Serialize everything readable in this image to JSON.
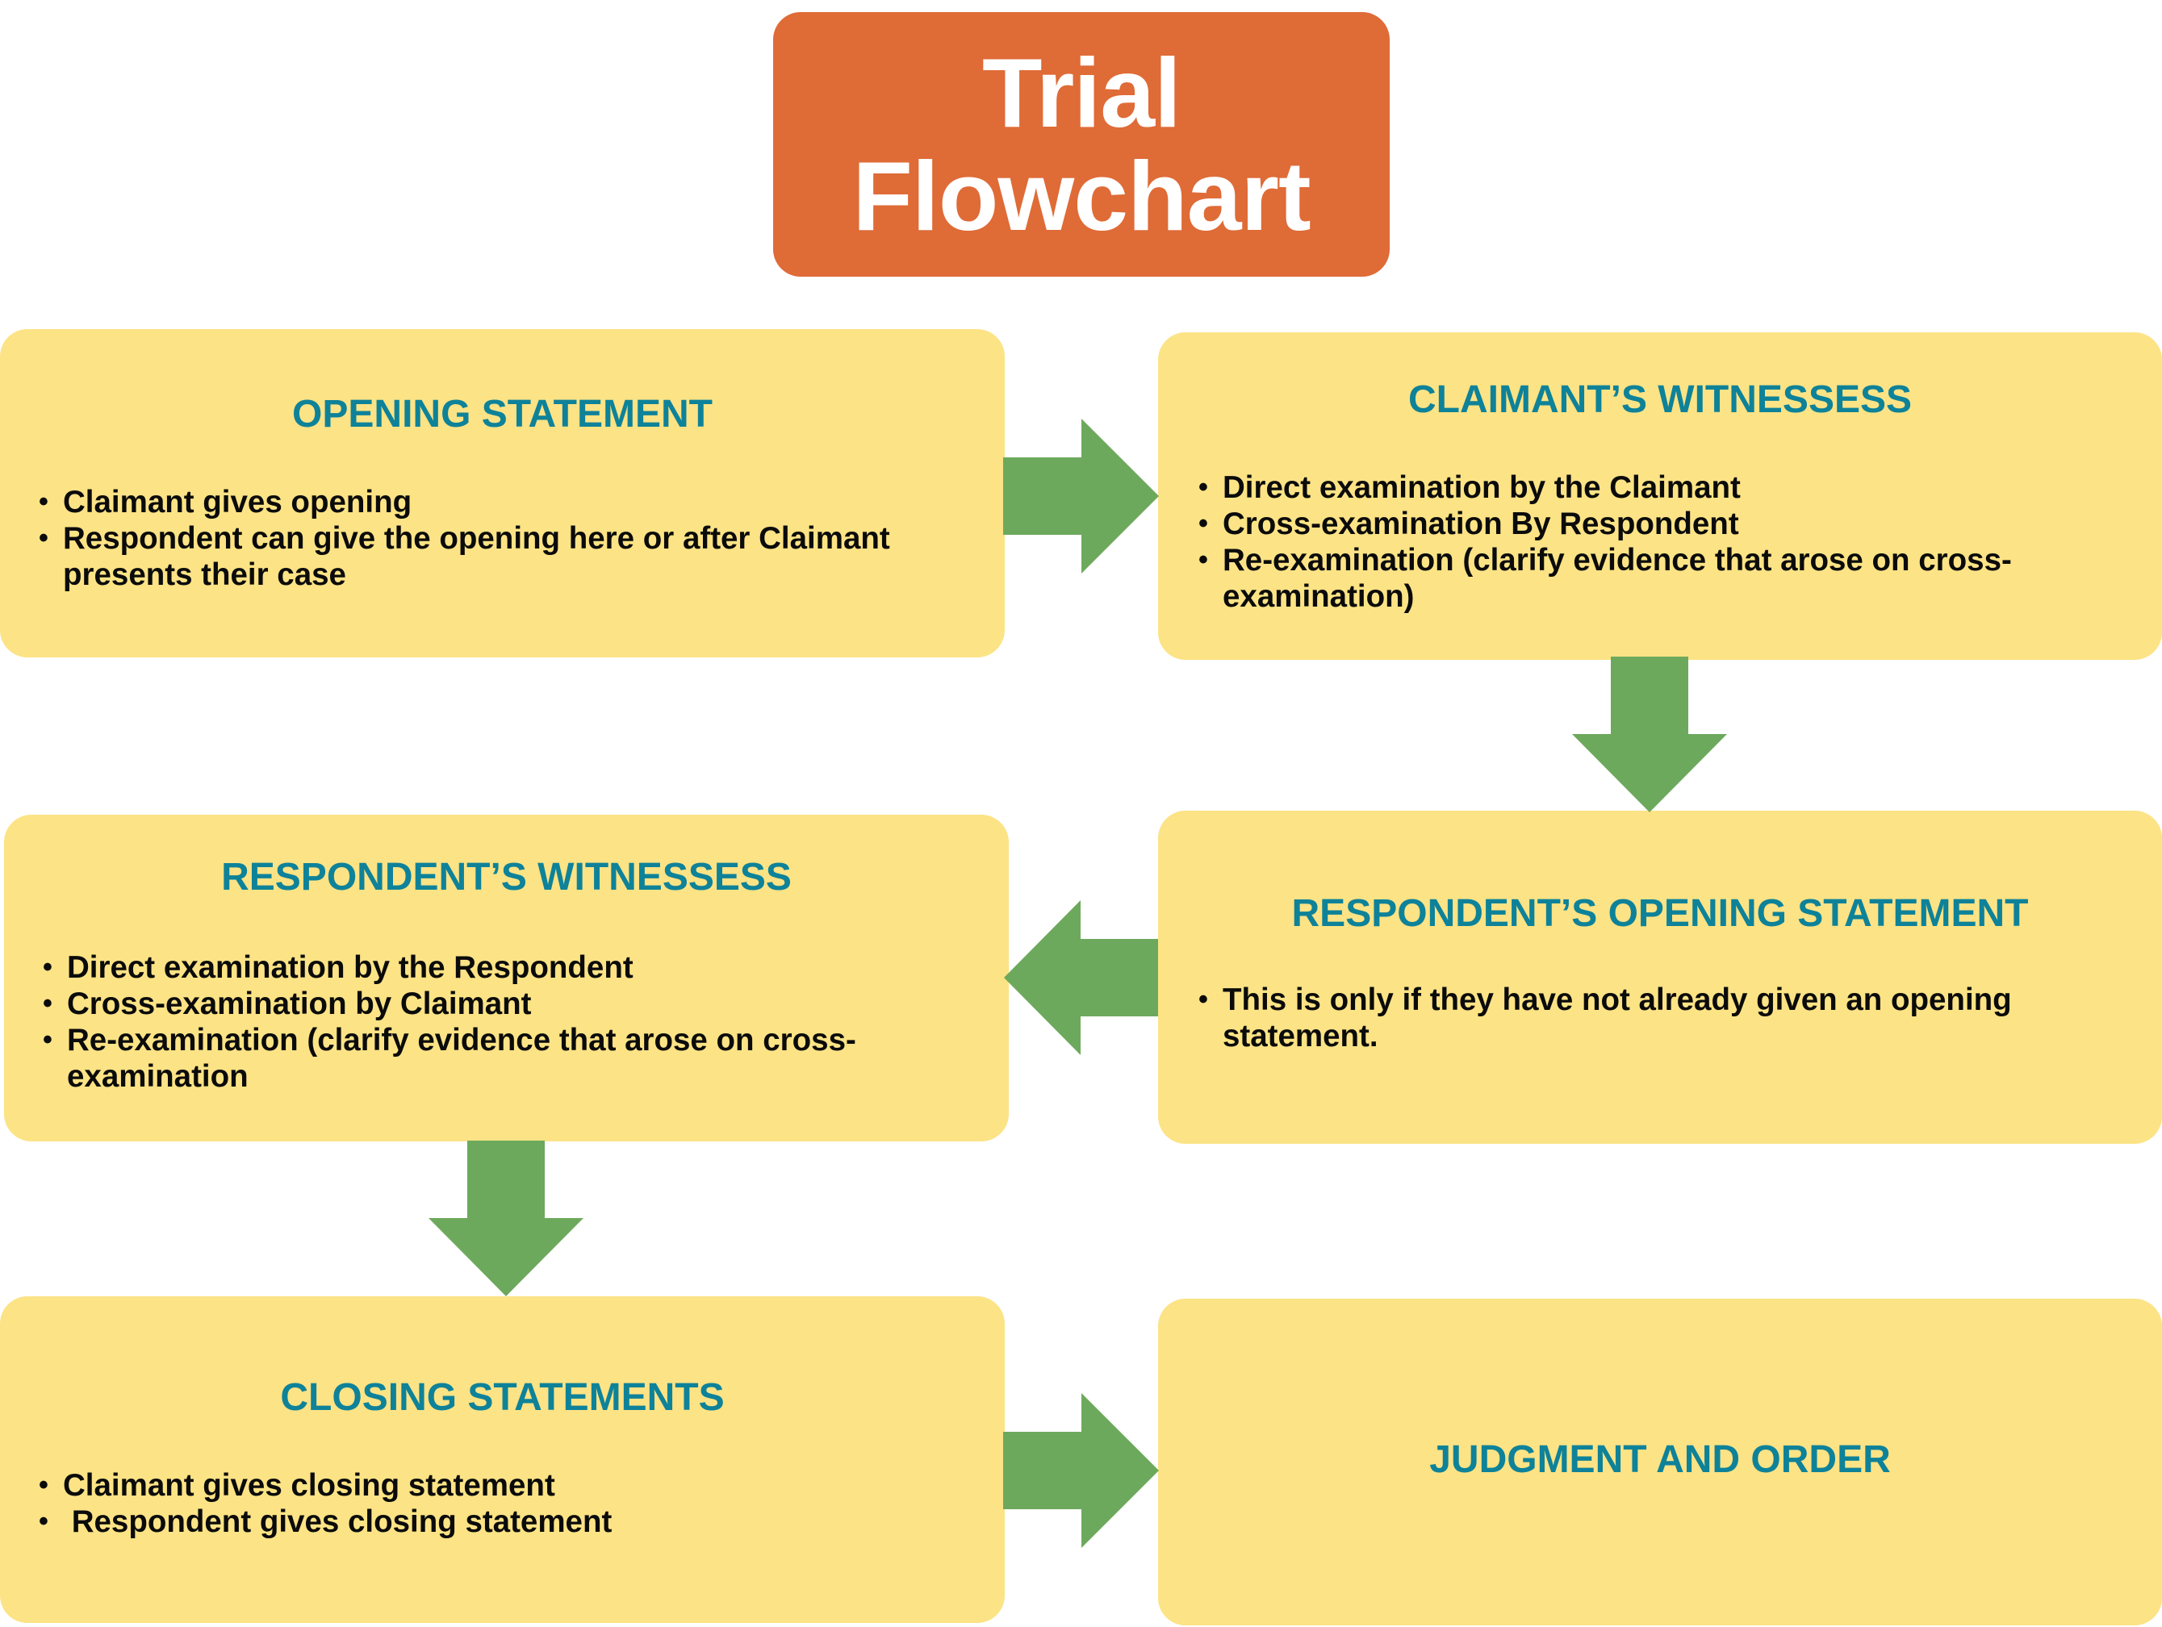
{
  "title": {
    "line1": "Trial",
    "line2": "Flowchart"
  },
  "colors": {
    "title_bg": "#DF6B37",
    "box_bg": "#FCE385",
    "heading_text": "#0E8299",
    "body_text": "#0b0b0b",
    "arrow": "#6DA95C"
  },
  "steps": [
    {
      "heading": "OPENING STATEMENT",
      "bullets": [
        "Claimant gives opening",
        "Respondent can give the opening here or after Claimant presents their case"
      ]
    },
    {
      "heading": "CLAIMANT’S WITNESSESS",
      "bullets": [
        "Direct examination by the Claimant",
        "Cross-examination By Respondent",
        "Re-examination (clarify evidence that arose on cross-examination)"
      ]
    },
    {
      "heading": "RESPONDENT’S OPENING STATEMENT",
      "bullets": [
        "This is only if they have not already given an opening statement."
      ]
    },
    {
      "heading": "RESPONDENT’S WITNESSESS",
      "bullets": [
        "Direct examination by the Respondent",
        "Cross-examination by Claimant",
        "Re-examination (clarify evidence that arose on cross-examination"
      ]
    },
    {
      "heading": "CLOSING STATEMENTS",
      "bullets": [
        "Claimant gives closing statement",
        " Respondent gives closing statement"
      ]
    },
    {
      "heading": "JUDGMENT AND ORDER",
      "bullets": []
    }
  ],
  "arrows": [
    {
      "from": "OPENING STATEMENT",
      "to": "CLAIMANT’S WITNESSESS",
      "direction": "right"
    },
    {
      "from": "CLAIMANT’S WITNESSESS",
      "to": "RESPONDENT’S OPENING STATEMENT",
      "direction": "down"
    },
    {
      "from": "RESPONDENT’S OPENING STATEMENT",
      "to": "RESPONDENT’S WITNESSESS",
      "direction": "left"
    },
    {
      "from": "RESPONDENT’S WITNESSESS",
      "to": "CLOSING STATEMENTS",
      "direction": "down"
    },
    {
      "from": "CLOSING STATEMENTS",
      "to": "JUDGMENT AND ORDER",
      "direction": "right"
    }
  ]
}
